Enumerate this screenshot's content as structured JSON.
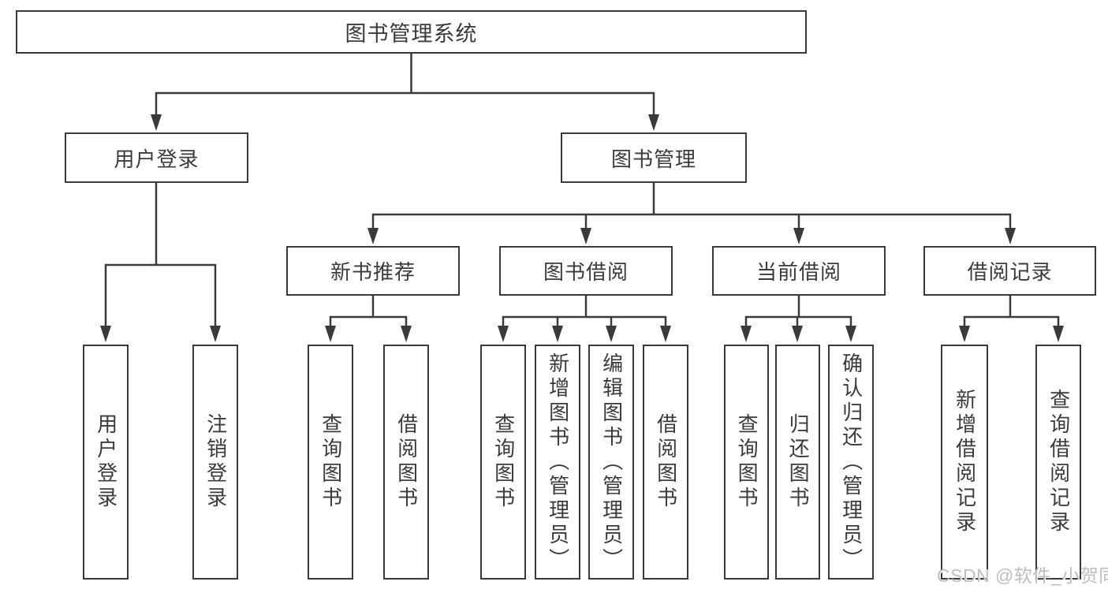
{
  "tree": {
    "label": "图书管理系统",
    "children": [
      {
        "label": "用户登录",
        "children": [
          {
            "label": "用户登录"
          },
          {
            "label": "注销登录"
          }
        ]
      },
      {
        "label": "图书管理",
        "children": [
          {
            "label": "新书推荐",
            "children": [
              {
                "label": "查询图书"
              },
              {
                "label": "借阅图书"
              }
            ]
          },
          {
            "label": "图书借阅",
            "children": [
              {
                "label": "查询图书"
              },
              {
                "label": "新增图书（管理员）"
              },
              {
                "label": "编辑图书（管理员）"
              },
              {
                "label": "借阅图书"
              }
            ]
          },
          {
            "label": "当前借阅",
            "children": [
              {
                "label": "查询图书"
              },
              {
                "label": "归还图书"
              },
              {
                "label": "确认归还（管理员）"
              }
            ]
          },
          {
            "label": "借阅记录",
            "children": [
              {
                "label": "新增借阅记录"
              },
              {
                "label": "查询借阅记录"
              }
            ]
          }
        ]
      }
    ]
  },
  "watermark": {
    "text": "CSDN @软件_小贺同学"
  },
  "colors": {
    "line": "#3a3a3a",
    "text": "#3b3b3b",
    "watermark": "#c2bdbd",
    "background": "#ffffff"
  }
}
